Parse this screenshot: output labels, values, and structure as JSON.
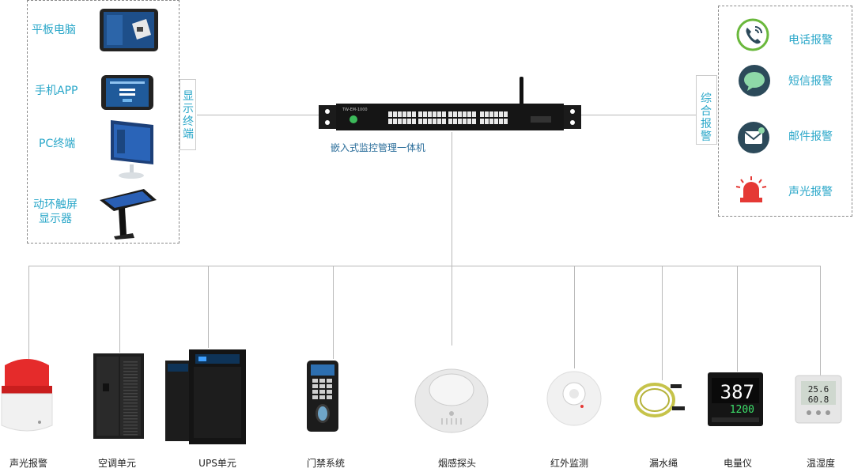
{
  "display_terminals": {
    "title": "显示终端",
    "items": [
      {
        "label": "平板电脑"
      },
      {
        "label": "手机APP"
      },
      {
        "label": "PC终端"
      },
      {
        "label": "动环触屏\n显示器"
      }
    ]
  },
  "hub": {
    "caption": "嵌入式监控管理一体机",
    "model": "TW-EM-1000"
  },
  "alarms": {
    "title": "综合报警",
    "items": [
      {
        "label": "电话报警",
        "icon": "phone-icon"
      },
      {
        "label": "短信报警",
        "icon": "sms-icon"
      },
      {
        "label": "邮件报警",
        "icon": "mail-icon"
      },
      {
        "label": "声光报警",
        "icon": "siren-icon"
      }
    ]
  },
  "devices": [
    {
      "label": "声光报警"
    },
    {
      "label": "空调单元"
    },
    {
      "label": "UPS单元"
    },
    {
      "label": "门禁系统"
    },
    {
      "label": "烟感探头"
    },
    {
      "label": "红外监测"
    },
    {
      "label": "漏水绳"
    },
    {
      "label": "电量仪"
    },
    {
      "label": "温湿度"
    }
  ],
  "meter_reading": {
    "top": "387",
    "bottom": "1200"
  },
  "thermo_reading": {
    "temp": "25.6",
    "hum": "60.8"
  },
  "colors": {
    "accent": "#2aa7c9",
    "alarm_red": "#e53935",
    "dark_teal": "#2c4a5a"
  }
}
